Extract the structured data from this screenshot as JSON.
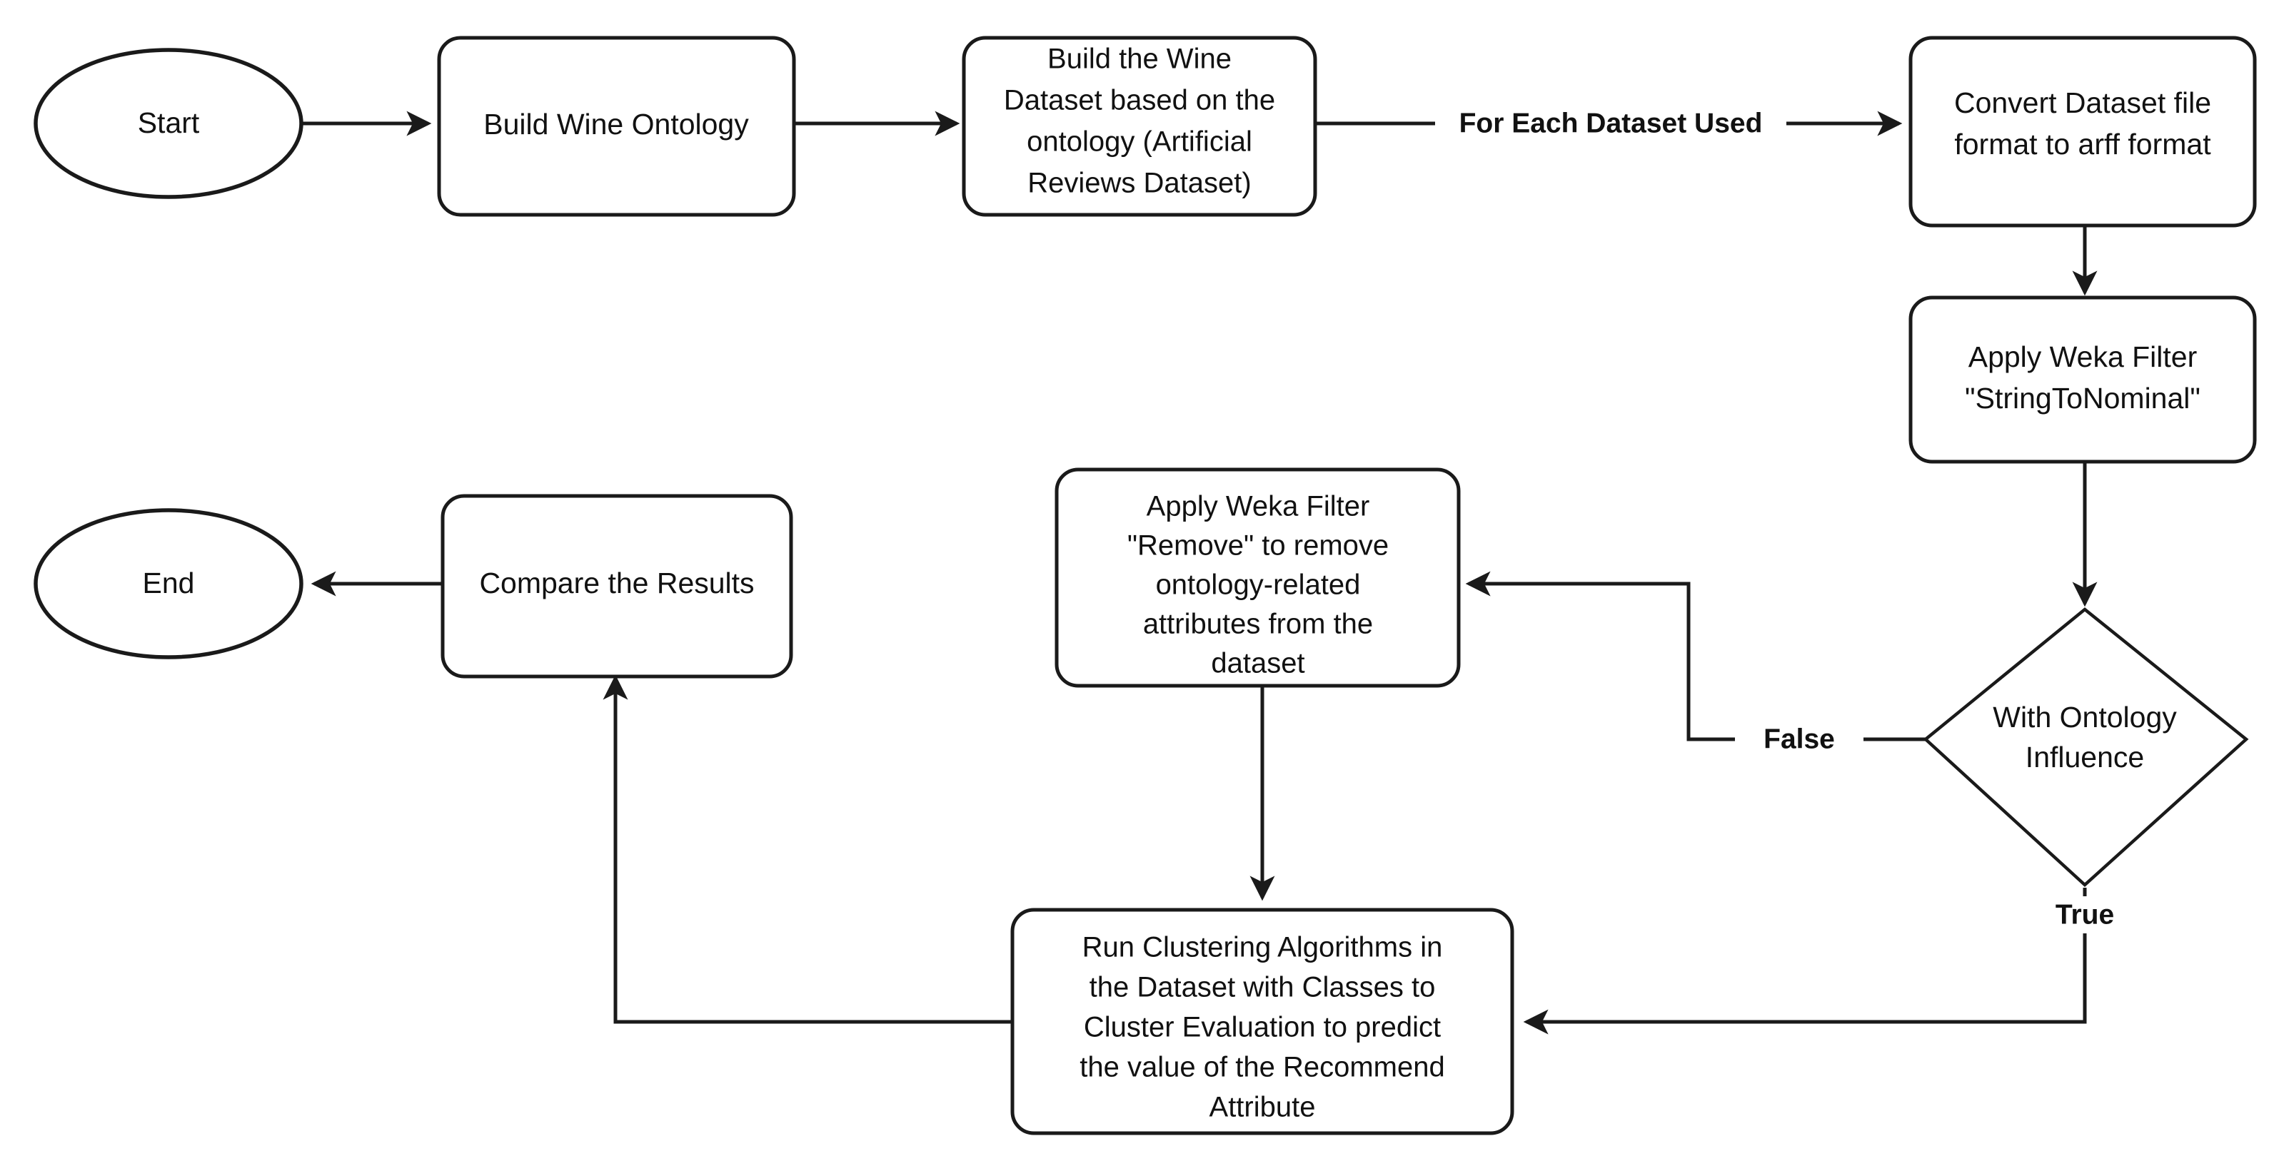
{
  "diagram": {
    "type": "flowchart",
    "title": "Wine Ontology Clustering Methodology Flowchart",
    "background_color": "#ffffff",
    "stroke_color": "#1a1a1a",
    "text_color": "#111111"
  },
  "nodes": {
    "start": {
      "shape": "ellipse",
      "label": "Start",
      "lines": [
        "Start"
      ]
    },
    "build_ontology": {
      "shape": "rounded-rect",
      "label": "Build Wine Ontology",
      "lines": [
        "Build Wine Ontology"
      ]
    },
    "build_dataset": {
      "shape": "rounded-rect",
      "label": "Build the Wine Dataset based on the ontology (Artificial Reviews Dataset)",
      "lines": [
        "Build the Wine",
        "Dataset based on the",
        "ontology (Artificial",
        "Reviews Dataset)"
      ]
    },
    "convert_format": {
      "shape": "rounded-rect",
      "label": "Convert Dataset file format to arff format",
      "lines": [
        "Convert Dataset file",
        "format to arff format"
      ]
    },
    "string_to_nominal": {
      "shape": "rounded-rect",
      "label": "Apply Weka Filter \"StringToNominal\"",
      "lines": [
        "Apply Weka Filter",
        "\"StringToNominal\""
      ]
    },
    "decision_ontology": {
      "shape": "diamond",
      "label": "With Ontology Influence",
      "lines": [
        "With Ontology",
        "Influence"
      ]
    },
    "remove_filter": {
      "shape": "rounded-rect",
      "label": "Apply Weka Filter \"Remove\" to remove ontology-related attributes from the dataset",
      "lines": [
        "Apply Weka Filter",
        "\"Remove\" to remove",
        "ontology-related",
        "attributes from the",
        "dataset"
      ]
    },
    "run_clustering": {
      "shape": "rounded-rect",
      "label": "Run Clustering Algorithms in the Dataset with Classes to Cluster Evaluation to predict the value of the Recommend Attribute",
      "lines": [
        "Run Clustering Algorithms in",
        "the Dataset with Classes to",
        "Cluster Evaluation to predict",
        "the value of the Recommend",
        "Attribute"
      ]
    },
    "compare_results": {
      "shape": "rounded-rect",
      "label": "Compare the Results",
      "lines": [
        "Compare the Results"
      ]
    },
    "end": {
      "shape": "ellipse",
      "label": "End",
      "lines": [
        "End"
      ]
    }
  },
  "edges": [
    {
      "id": "start-to-build-ontology",
      "from": "start",
      "to": "build_ontology",
      "label": ""
    },
    {
      "id": "build-ontology-to-build-dataset",
      "from": "build_ontology",
      "to": "build_dataset",
      "label": ""
    },
    {
      "id": "build-dataset-to-convert",
      "from": "build_dataset",
      "to": "convert_format",
      "label": "For Each Dataset Used"
    },
    {
      "id": "convert-to-string-to-nominal",
      "from": "convert_format",
      "to": "string_to_nominal",
      "label": ""
    },
    {
      "id": "string-to-nominal-to-decision",
      "from": "string_to_nominal",
      "to": "decision_ontology",
      "label": ""
    },
    {
      "id": "decision-false-to-remove-filter",
      "from": "decision_ontology",
      "to": "remove_filter",
      "label": "False"
    },
    {
      "id": "decision-true-to-run-clustering",
      "from": "decision_ontology",
      "to": "run_clustering",
      "label": "True"
    },
    {
      "id": "remove-filter-to-run-clustering",
      "from": "remove_filter",
      "to": "run_clustering",
      "label": ""
    },
    {
      "id": "run-clustering-to-compare-results",
      "from": "run_clustering",
      "to": "compare_results",
      "label": ""
    },
    {
      "id": "compare-results-to-end",
      "from": "compare_results",
      "to": "end",
      "label": ""
    }
  ]
}
